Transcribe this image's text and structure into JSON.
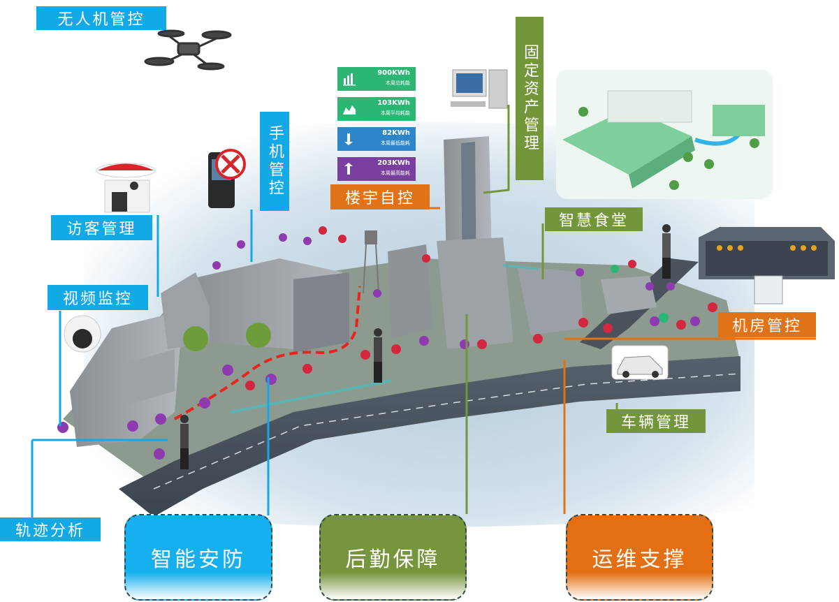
{
  "labels": {
    "drone": "无人机管控",
    "visitor": "访客管理",
    "video": "视频监控",
    "track": "轨迹分析",
    "phone": "手机管控",
    "building": "楼宇自控",
    "asset": "固定资产管理",
    "canteen": "智慧食堂",
    "machine_room": "机房管控",
    "vehicle": "车辆管理"
  },
  "categories": {
    "security": "智能安防",
    "logistics": "后勤保障",
    "operations": "运维支撑"
  },
  "energy": [
    {
      "value": "900KWh",
      "label": "本周总耗能",
      "color": "#2bb673",
      "icon": "bar-chart-icon"
    },
    {
      "value": "103KWh",
      "label": "本周平均耗能",
      "color": "#2bb673",
      "icon": "area-chart-icon"
    },
    {
      "value": "82KWh",
      "label": "本周最低能耗",
      "color": "#2d86c9",
      "icon": "arrow-down-icon"
    },
    {
      "value": "203KWh",
      "label": "本周最高能耗",
      "color": "#7a3f9e",
      "icon": "arrow-up-icon"
    }
  ],
  "colors": {
    "blue": "#13a9e6",
    "green": "#73963a",
    "orange": "#e07317",
    "track_path": "#e8241f"
  }
}
